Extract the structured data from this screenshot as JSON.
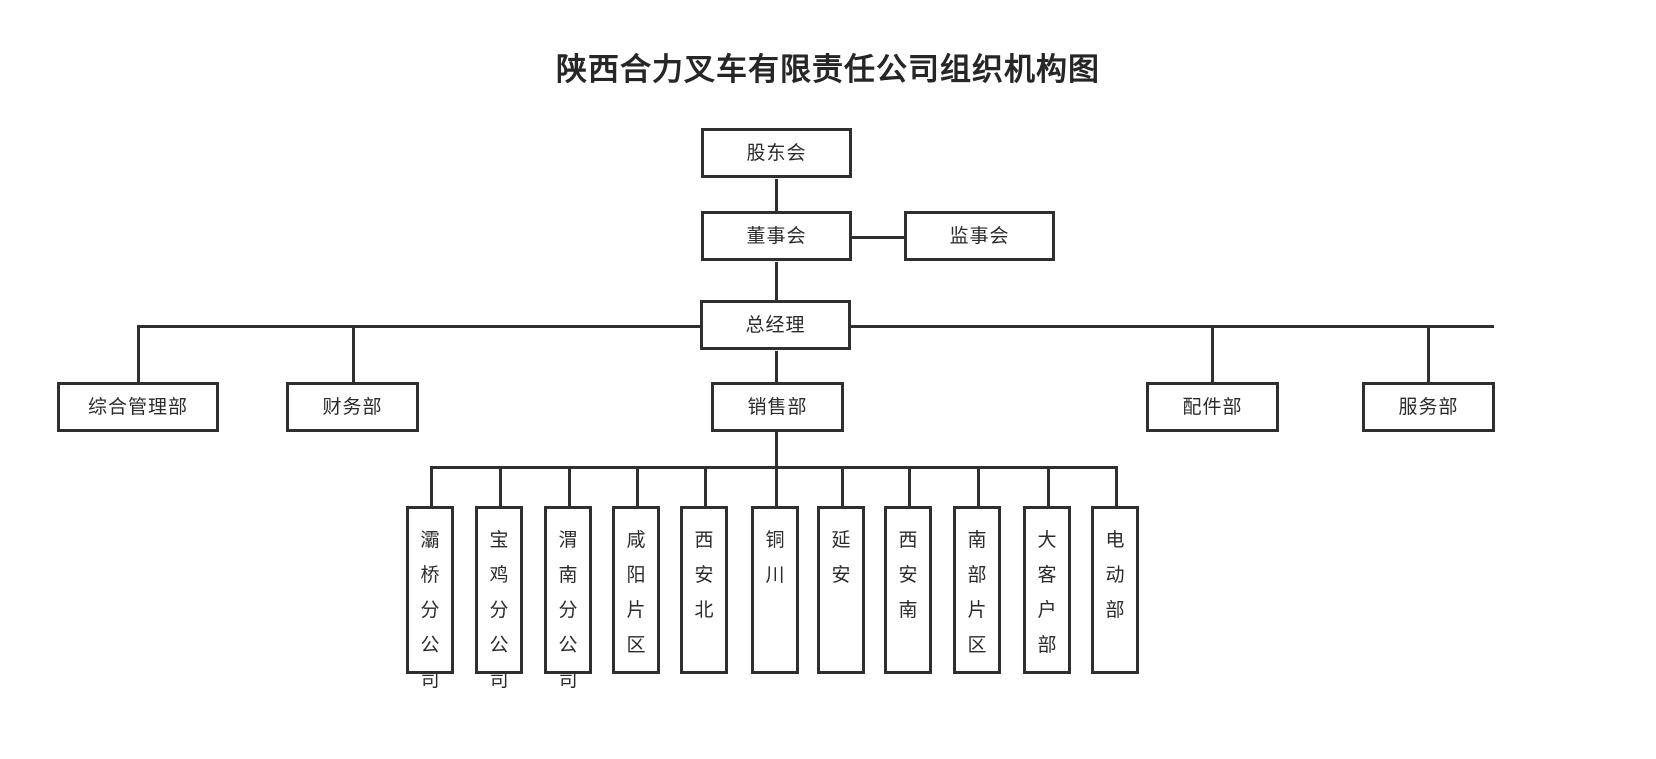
{
  "title": "陕西合力叉车有限责任公司组织机构图",
  "chart_data": {
    "type": "diagram",
    "diagram_kind": "organizational-chart",
    "title": "陕西合力叉车有限责任公司组织机构图",
    "orientation": "top-down",
    "levels": [
      {
        "level": 1,
        "nodes": [
          "股东会"
        ]
      },
      {
        "level": 2,
        "nodes": [
          "董事会",
          "监事会"
        ]
      },
      {
        "level": 3,
        "nodes": [
          "总经理"
        ]
      },
      {
        "level": 4,
        "nodes": [
          "综合管理部",
          "财务部",
          "销售部",
          "配件部",
          "服务部"
        ]
      },
      {
        "level": 5,
        "nodes": [
          "灞桥分公司",
          "宝鸡分公司",
          "渭南分公司",
          "咸阳片区",
          "西安北",
          "铜川",
          "延安",
          "西安南",
          "南部片区",
          "大客户部",
          "电动部"
        ]
      }
    ],
    "edges": [
      {
        "from": "股东会",
        "to": "董事会"
      },
      {
        "from": "董事会",
        "to": "监事会",
        "style": "horizontal-peer"
      },
      {
        "from": "董事会",
        "to": "总经理"
      },
      {
        "from": "总经理",
        "to": "综合管理部"
      },
      {
        "from": "总经理",
        "to": "财务部"
      },
      {
        "from": "总经理",
        "to": "销售部"
      },
      {
        "from": "总经理",
        "to": "配件部"
      },
      {
        "from": "总经理",
        "to": "服务部"
      },
      {
        "from": "销售部",
        "to": "灞桥分公司"
      },
      {
        "from": "销售部",
        "to": "宝鸡分公司"
      },
      {
        "from": "销售部",
        "to": "渭南分公司"
      },
      {
        "from": "销售部",
        "to": "咸阳片区"
      },
      {
        "from": "销售部",
        "to": "西安北"
      },
      {
        "from": "销售部",
        "to": "铜川"
      },
      {
        "from": "销售部",
        "to": "延安"
      },
      {
        "from": "销售部",
        "to": "西安南"
      },
      {
        "from": "销售部",
        "to": "南部片区"
      },
      {
        "from": "销售部",
        "to": "大客户部"
      },
      {
        "from": "销售部",
        "to": "电动部"
      }
    ],
    "line_color": "#2f2f2f",
    "box_fill": "#ffffff",
    "text_color": "#2b2b2b"
  },
  "nodes": {
    "shareholders": "股东会",
    "board": "董事会",
    "supervisors": "监事会",
    "general_manager": "总经理",
    "dept_admin": "综合管理部",
    "dept_finance": "财务部",
    "dept_sales": "销售部",
    "dept_parts": "配件部",
    "dept_service": "服务部"
  },
  "sales_branches": [
    "灞桥分公司",
    "宝鸡分公司",
    "渭南分公司",
    "咸阳片区",
    "西安北",
    "铜川",
    "延安",
    "西安南",
    "南部片区",
    "大客户部",
    "电动部"
  ]
}
